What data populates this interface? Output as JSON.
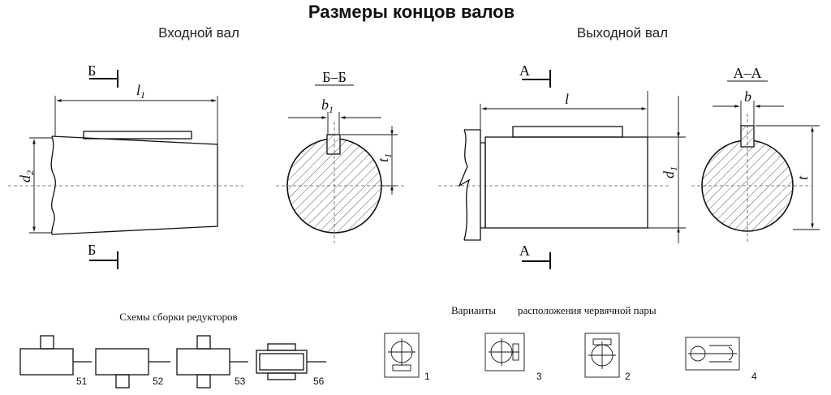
{
  "title": "Размеры концов валов",
  "input_shaft": {
    "heading": "Входной вал",
    "section_mark": "Б",
    "section_title": "Б–Б",
    "dim_length_sym": "l",
    "dim_length_sub": "1",
    "dim_diameter_sym": "d",
    "dim_diameter_sub": "2",
    "dim_key_width_sym": "b",
    "dim_key_width_sub": "1",
    "dim_key_depth_sym": "t",
    "dim_key_depth_sub": "1"
  },
  "output_shaft": {
    "heading": "Выходной вал",
    "section_mark": "А",
    "section_title": "А–А",
    "dim_length": "l",
    "dim_diameter_sym": "d",
    "dim_diameter_sub": "1",
    "dim_key_width": "b",
    "dim_key_depth": "t"
  },
  "assembly": {
    "heading": "Схемы сборки редукторов",
    "schemes": [
      "51",
      "52",
      "53",
      "56"
    ]
  },
  "worm": {
    "heading_a": "Варианты",
    "heading_b": "расположения червячной пары",
    "variants": [
      "1",
      "3",
      "2",
      "4"
    ]
  }
}
